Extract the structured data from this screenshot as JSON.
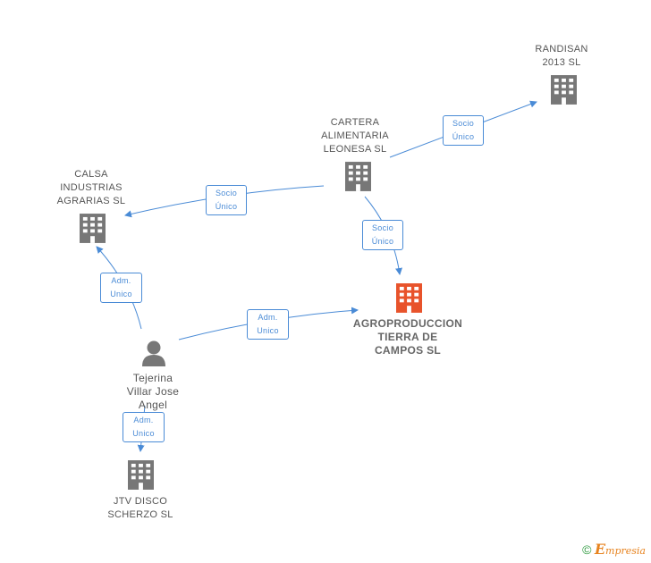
{
  "nodes": {
    "randisan": {
      "line1": "RANDISAN",
      "line2": "2013 SL",
      "kind": "company",
      "color": "#777777"
    },
    "cartera": {
      "line1": "CARTERA",
      "line2": "ALIMENTARIA",
      "line3": "LEONESA SL",
      "kind": "company",
      "color": "#777777"
    },
    "calsa": {
      "line1": "CALSA",
      "line2": "INDUSTRIAS",
      "line3": "AGRARIAS SL",
      "kind": "company",
      "color": "#777777"
    },
    "agro": {
      "line1": "AGROPRODUCCION",
      "line2": "TIERRA DE",
      "line3": "CAMPOS SL",
      "kind": "company",
      "color": "#e8532b"
    },
    "tejerina": {
      "line1": "Tejerina",
      "line2": "Villar Jose",
      "line3": "Angel",
      "kind": "person",
      "color": "#777777"
    },
    "jtv": {
      "line1": "JTV DISCO",
      "line2": "SCHERZO SL",
      "kind": "company",
      "color": "#777777"
    }
  },
  "edges": {
    "cartera_randisan": {
      "line1": "Socio",
      "line2": "Único"
    },
    "cartera_calsa": {
      "line1": "Socio",
      "line2": "Único"
    },
    "cartera_agro": {
      "line1": "Socio",
      "line2": "Único"
    },
    "tejerina_calsa": {
      "line1": "Adm.",
      "line2": "Unico"
    },
    "tejerina_agro": {
      "line1": "Adm.",
      "line2": "Unico"
    },
    "tejerina_jtv": {
      "line1": "Adm.",
      "line2": "Unico"
    }
  },
  "colors": {
    "edge": "#4a8bd6",
    "node": "#777777",
    "highlight": "#e8532b"
  },
  "footer": {
    "copyright": "©",
    "brand_initial": "E",
    "brand_rest": "mpresia"
  }
}
